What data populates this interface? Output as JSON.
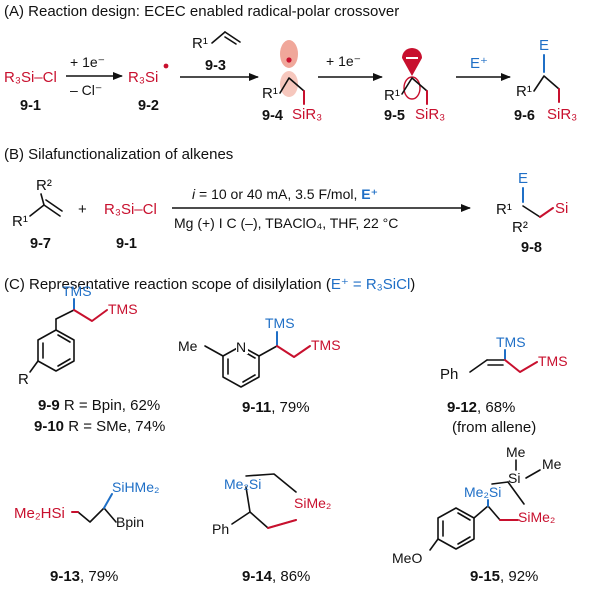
{
  "section_a": {
    "header": "(A) Reaction design: ECEC enabled radical-polar crossover",
    "reagent_r3sicl": "R₃Si–Cl",
    "step1_top": "+ 1e⁻",
    "step1_bottom": "– Cl⁻",
    "silyl_radical": "R₃Si",
    "alkene_r1": "R¹",
    "step3_top": "+ 1e⁻",
    "electrophile": "E⁺",
    "sir3": "SiR₃",
    "r1": "R¹",
    "e": "E",
    "labels": [
      "9-1",
      "9-2",
      "9-3",
      "9-4",
      "9-5",
      "9-6"
    ]
  },
  "section_b": {
    "header": "(B) Silafunctionalization of alkenes",
    "r2": "R²",
    "r1": "R¹",
    "plus": "+",
    "reagent": "R₃Si–Cl",
    "conditions_top_i": "i",
    "conditions_top_rest": " = 10 or 40 mA, 3.5 F/mol, ",
    "conditions_top_e": "E⁺",
    "conditions_bottom": "Mg (+) I C (–), TBAClO₄, THF, 22 °C",
    "prod_e": "E",
    "prod_si": "Si",
    "labels": [
      "9-7",
      "9-1",
      "9-8"
    ]
  },
  "section_c": {
    "header_prefix": "(C) Representative reaction scope of disilylation (",
    "header_e": "E⁺ = R₃SiCl",
    "header_suffix": ")",
    "tms": "TMS",
    "r": "R",
    "me": "Me",
    "ph": "Ph",
    "meo": "MeO",
    "n": "N",
    "bpin": "Bpin",
    "sihme2": "SiHMe₂",
    "me2hsi": "Me₂HSi",
    "me2si": "Me₂Si",
    "sime2": "SiMe₂",
    "si": "Si",
    "entries": [
      {
        "id": "9-9",
        "text": " R = Bpin, 62%"
      },
      {
        "id": "9-10",
        "text": " R = SMe, 74%"
      },
      {
        "id": "9-11",
        "text": ", 79%"
      },
      {
        "id": "9-12",
        "text": ", 68%"
      },
      {
        "id": "9-12-note",
        "text": "(from allene)"
      },
      {
        "id": "9-13",
        "text": ", 79%"
      },
      {
        "id": "9-14",
        "text": ", 86%"
      },
      {
        "id": "9-15",
        "text": ", 92%"
      }
    ]
  },
  "colors": {
    "red": "#c8102e",
    "blue": "#1f6fc6",
    "text": "#111111",
    "orbital": "#f0a79a"
  }
}
